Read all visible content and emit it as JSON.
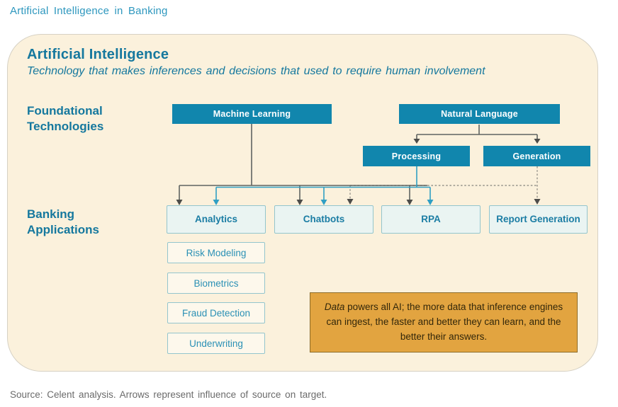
{
  "page_title": "Artificial Intelligence in Banking",
  "panel": {
    "heading": "Artificial Intelligence",
    "subheading": "Technology that makes inferences and decisions that used to require human involvement"
  },
  "labels": {
    "foundational": "Foundational\nTechnologies",
    "banking": "Banking\nApplications"
  },
  "foundational": {
    "machine_learning": "Machine Learning",
    "natural_language": "Natural Language",
    "processing": "Processing",
    "generation": "Generation"
  },
  "applications": [
    "Analytics",
    "Chatbots",
    "RPA",
    "Report Generation"
  ],
  "analytics_subs": [
    "Risk Modeling",
    "Biometrics",
    "Fraud Detection",
    "Underwriting"
  ],
  "callout": {
    "lead": "Data",
    "rest": " powers all AI; the more data that inference engines can ingest, the faster and better they can learn, and the better their answers."
  },
  "source_note": "Source: Celent analysis. Arrows represent influence of source on target.",
  "colors": {
    "page_title_text": "#2d97be",
    "panel_bg": "#fbf1dc",
    "panel_border": "#d6d1c4",
    "heading_text": "#15789e",
    "solid_box_bg": "#1186ad",
    "solid_box_text": "#ffffff",
    "app_box_bg": "#eaf4f2",
    "app_box_border": "#93c5cd",
    "app_box_text": "#1b7da4",
    "sub_box_bg": "#fdf8ec",
    "sub_box_text": "#2a90b5",
    "callout_bg": "#e2a440",
    "callout_border": "#8c6c2a",
    "callout_text": "#33270a",
    "connector_gray": "#5f6461",
    "connector_blue": "#2f9fc4",
    "connector_dotted": "#98958c",
    "arrow_gray": "#4c4c49",
    "source_text": "#6b6b6b"
  }
}
